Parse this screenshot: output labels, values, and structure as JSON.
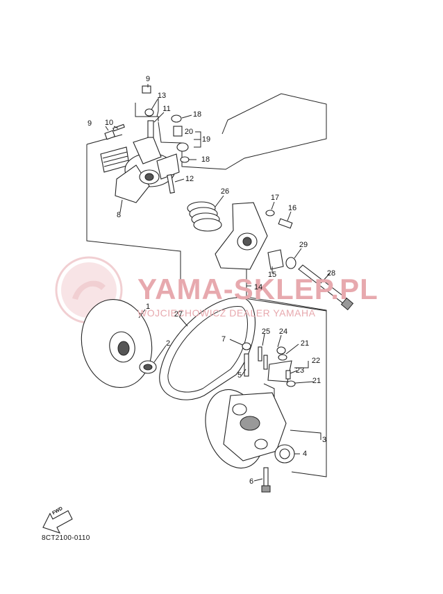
{
  "watermark": {
    "title": "YAMA-SKLEP.PL",
    "subtitle": "WOJCIECHOWICZ DEALER YAMAHA",
    "color": "#e7a9ae"
  },
  "callouts": [
    {
      "id": "p9a",
      "text": "9"
    },
    {
      "id": "p13",
      "text": "13"
    },
    {
      "id": "p11",
      "text": "11"
    },
    {
      "id": "p18a",
      "text": "18"
    },
    {
      "id": "p10",
      "text": "10"
    },
    {
      "id": "p9b",
      "text": "9"
    },
    {
      "id": "p20",
      "text": "20"
    },
    {
      "id": "p19",
      "text": "19"
    },
    {
      "id": "p18b",
      "text": "18"
    },
    {
      "id": "p12",
      "text": "12"
    },
    {
      "id": "p8",
      "text": "8"
    },
    {
      "id": "p26",
      "text": "26"
    },
    {
      "id": "p17",
      "text": "17"
    },
    {
      "id": "p16",
      "text": "16"
    },
    {
      "id": "p29",
      "text": "29"
    },
    {
      "id": "p15",
      "text": "15"
    },
    {
      "id": "p14",
      "text": "14"
    },
    {
      "id": "p28",
      "text": "28"
    },
    {
      "id": "p1",
      "text": "1"
    },
    {
      "id": "p27",
      "text": "27"
    },
    {
      "id": "p2",
      "text": "2"
    },
    {
      "id": "p7",
      "text": "7"
    },
    {
      "id": "p25",
      "text": "25"
    },
    {
      "id": "p24",
      "text": "24"
    },
    {
      "id": "p21a",
      "text": "21"
    },
    {
      "id": "p22",
      "text": "22"
    },
    {
      "id": "p23",
      "text": "23"
    },
    {
      "id": "p21b",
      "text": "21"
    },
    {
      "id": "p5",
      "text": "5"
    },
    {
      "id": "p3",
      "text": "3"
    },
    {
      "id": "p4",
      "text": "4"
    },
    {
      "id": "p6",
      "text": "6"
    }
  ],
  "fwd_label": "FWD",
  "caption": "8CT2100-0110"
}
